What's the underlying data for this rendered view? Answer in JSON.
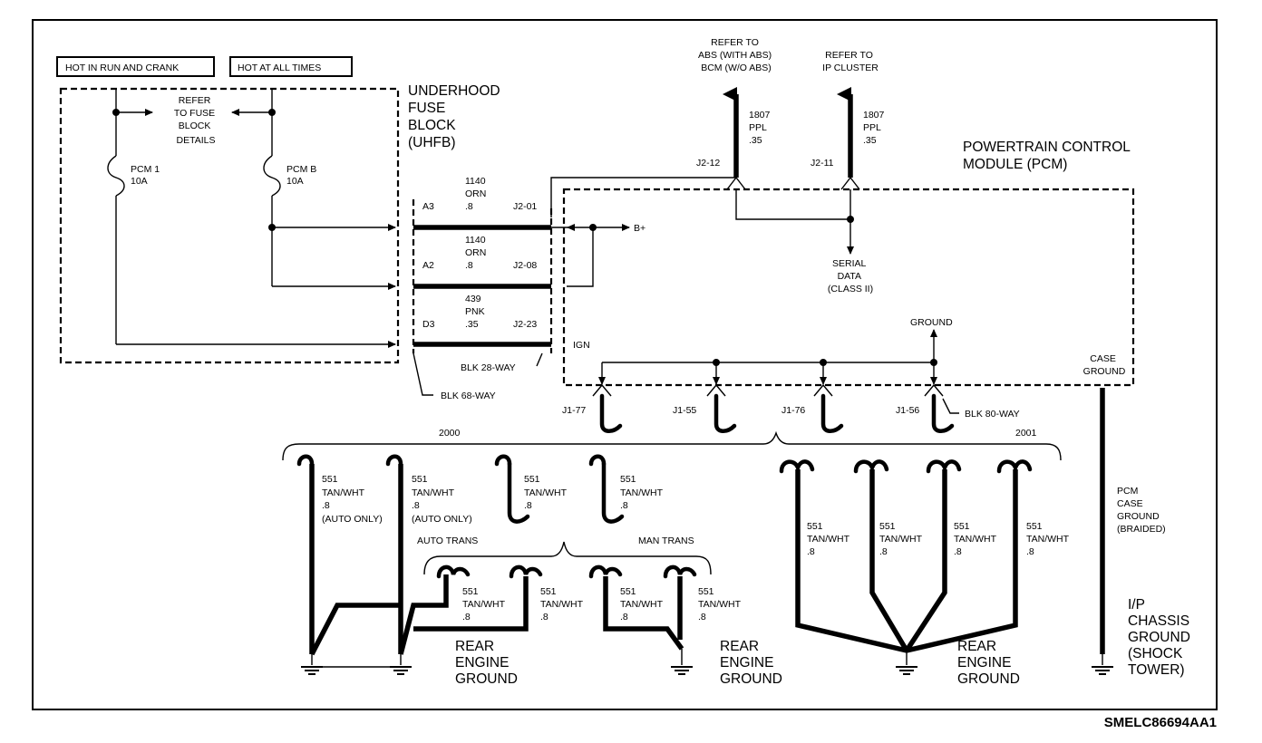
{
  "labels": {
    "hot_run_crank": "HOT IN RUN AND CRANK",
    "hot_all_times": "HOT AT ALL TIMES",
    "refer_fuse": [
      "REFER",
      "TO FUSE",
      "BLOCK",
      "DETAILS"
    ],
    "uhfb": [
      "UNDERHOOD",
      "FUSE",
      "BLOCK",
      "(UHFB)"
    ],
    "fuse1": [
      "PCM 1",
      "10A"
    ],
    "fuse2": [
      "PCM B",
      "10A"
    ],
    "refer_abs": [
      "REFER TO",
      "ABS (WITH ABS)",
      "BCM (W/O ABS)"
    ],
    "refer_ip": [
      "REFER TO",
      "IP CLUSTER"
    ],
    "wire_ppl1": [
      "1807",
      "PPL",
      ".35"
    ],
    "wire_ppl2": [
      "1807",
      "PPL",
      ".35"
    ],
    "pcm_title": [
      "POWERTRAIN CONTROL",
      "MODULE (PCM)"
    ],
    "j2_12": "J2-12",
    "j2_11": "J2-11",
    "wire_a3": [
      "1140",
      "ORN",
      ".8"
    ],
    "a3": "A3",
    "j2_01": "J2-01",
    "b_plus": "B+",
    "wire_a2": [
      "1140",
      "ORN",
      ".8"
    ],
    "a2": "A2",
    "j2_08": "J2-08",
    "serial_data": [
      "SERIAL",
      "DATA",
      "(CLASS II)"
    ],
    "wire_d3": [
      "439",
      "PNK",
      ".35"
    ],
    "d3": "D3",
    "j2_23": "J2-23",
    "ground": "GROUND",
    "ign": "IGN",
    "case_ground": [
      "CASE",
      "GROUND"
    ],
    "blk28": "BLK 28-WAY",
    "blk68": "BLK 68-WAY",
    "j1_77": "J1-77",
    "j1_55": "J1-55",
    "j1_76": "J1-76",
    "j1_56": "J1-56",
    "blk80": "BLK 80-WAY",
    "year_2000": "2000",
    "year_2001": "2001",
    "w551_auto1": [
      "551",
      "TAN/WHT",
      ".8",
      "(AUTO ONLY)"
    ],
    "w551_auto2": [
      "551",
      "TAN/WHT",
      ".8",
      "(AUTO ONLY)"
    ],
    "w551_c": [
      "551",
      "TAN/WHT",
      ".8"
    ],
    "w551_d": [
      "551",
      "TAN/WHT",
      ".8"
    ],
    "auto_trans": "AUTO TRANS",
    "man_trans": "MAN TRANS",
    "w551_r1": [
      "551",
      "TAN/WHT",
      ".8"
    ],
    "w551_r2": [
      "551",
      "TAN/WHT",
      ".8"
    ],
    "w551_r3": [
      "551",
      "TAN/WHT",
      ".8"
    ],
    "w551_r4": [
      "551",
      "TAN/WHT",
      ".8"
    ],
    "w551_e": [
      "551",
      "TAN/WHT",
      ".8"
    ],
    "w551_f": [
      "551",
      "TAN/WHT",
      ".8"
    ],
    "w551_g": [
      "551",
      "TAN/WHT",
      ".8"
    ],
    "w551_h": [
      "551",
      "TAN/WHT",
      ".8"
    ],
    "rear_ground_1": [
      "REAR",
      "ENGINE",
      "GROUND"
    ],
    "rear_ground_2": [
      "REAR",
      "ENGINE",
      "GROUND"
    ],
    "rear_ground_3": [
      "REAR",
      "ENGINE",
      "GROUND"
    ],
    "pcm_case_ground": [
      "PCM",
      "CASE",
      "GROUND",
      "(BRAIDED)"
    ],
    "ip_chassis": [
      "I/P",
      "CHASSIS",
      "GROUND",
      "(SHOCK",
      "TOWER)"
    ],
    "figure_code": "SMELC86694AA1"
  }
}
